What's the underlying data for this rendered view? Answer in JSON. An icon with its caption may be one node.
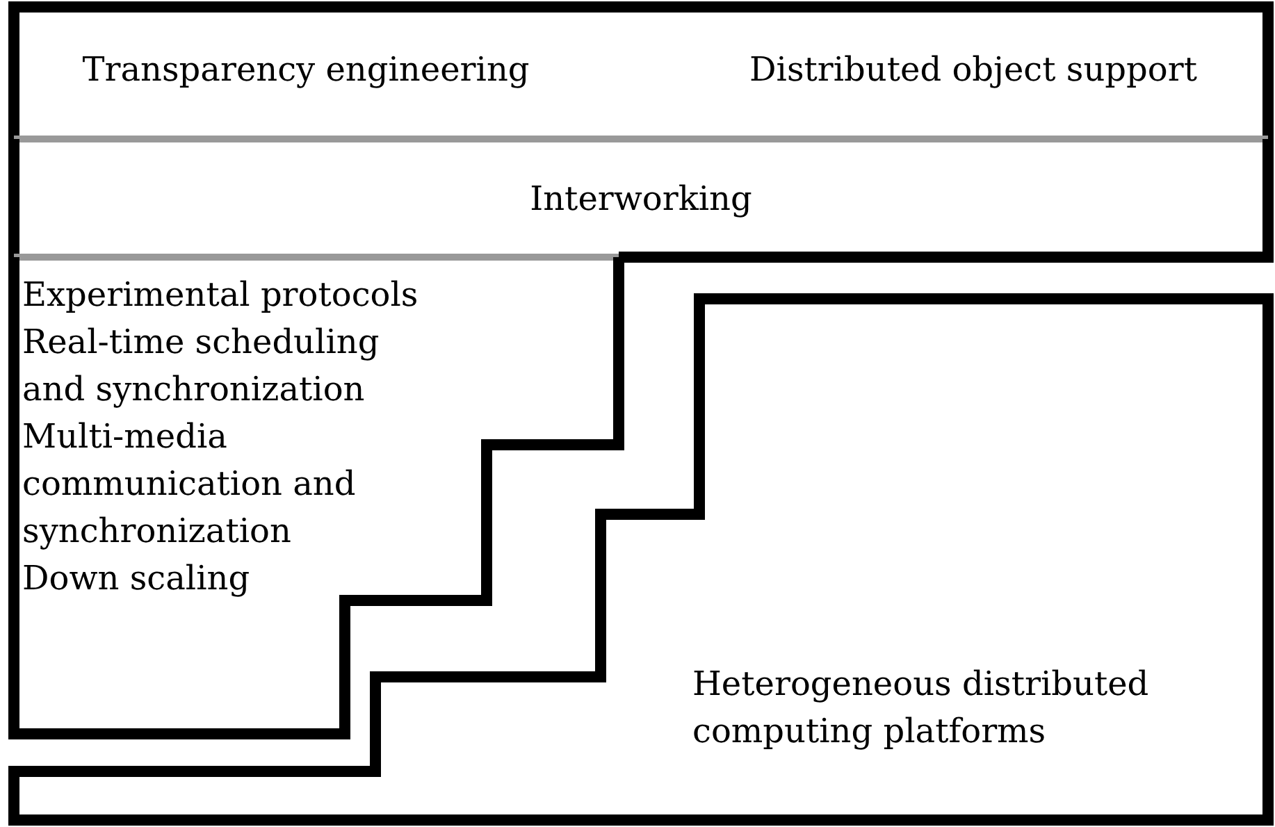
{
  "diagram": {
    "nodes": [
      {
        "text": [
          "Transparency engineering",
          "Distributed object support"
        ]
      },
      {
        "text": [
          "Interworking"
        ]
      },
      {
        "text": [
          "Experimental protocols",
          "Real-time scheduling and synchronization",
          "Multi-media communication and synchronization",
          "Down scaling"
        ]
      },
      {
        "text": [
          "Heterogeneous distributed computing platforms"
        ]
      }
    ],
    "edges": []
  }
}
